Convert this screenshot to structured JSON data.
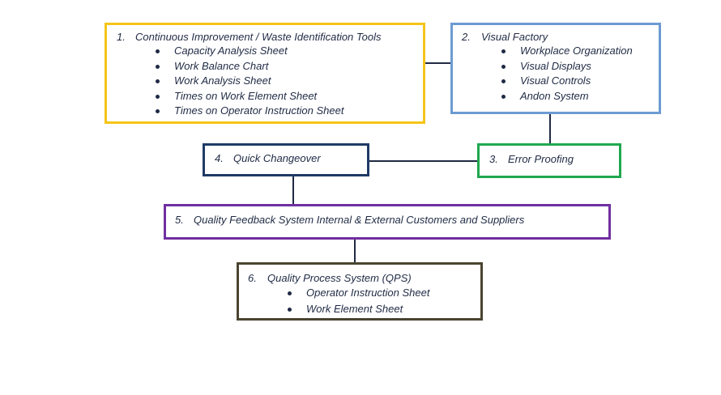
{
  "boxes": {
    "ci": {
      "number": "1.",
      "title": "Continuous Improvement / Waste Identification Tools",
      "items": [
        "Capacity Analysis Sheet",
        "Work Balance Chart",
        "Work Analysis Sheet",
        "Times on Work Element Sheet",
        "Times on Operator Instruction Sheet"
      ],
      "color": "#f5c518"
    },
    "vf": {
      "number": "2.",
      "title": "Visual Factory",
      "items": [
        "Workplace Organization",
        "Visual Displays",
        "Visual Controls",
        "Andon System"
      ],
      "color": "#6c9bd2"
    },
    "ep": {
      "number": "3.",
      "title": "Error Proofing",
      "color": "#1fa84f"
    },
    "qc": {
      "number": "4.",
      "title": "Quick Changeover",
      "color": "#1f3a66"
    },
    "qfs": {
      "number": "5.",
      "title": "Quality Feedback System Internal & External Customers and Suppliers",
      "color": "#7030a0"
    },
    "qps": {
      "number": "6.",
      "title": "Quality Process System (QPS)",
      "items": [
        "Operator Instruction Sheet",
        "Work Element Sheet"
      ],
      "color": "#4a4430"
    }
  }
}
